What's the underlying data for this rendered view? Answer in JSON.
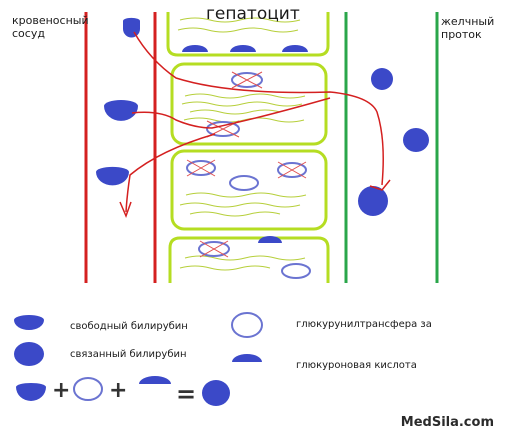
{
  "labels": {
    "vessel": "кровеносный сосуд",
    "duct": "желчный проток",
    "cell": "гепатоцит"
  },
  "legend": {
    "free_bilirubin": "свободный билирубин",
    "bound_bilirubin": "связанный билирубин",
    "transferase": "глюкурунилтрансфера за",
    "glucuronic_acid": "глюкуроновая кислота"
  },
  "equation": {
    "plus": "+",
    "equals": "="
  },
  "watermark": "MedSila.com",
  "colors": {
    "vessel_line": "#d42020",
    "duct_line": "#2aa64a",
    "cell_outline": "#b5dd22",
    "fiber": "#b6cf3a",
    "bilirubin_fill": "#3b49c8",
    "enzyme_stroke": "#6b74d1",
    "cross": "#e05050",
    "arrow": "#d42020"
  }
}
